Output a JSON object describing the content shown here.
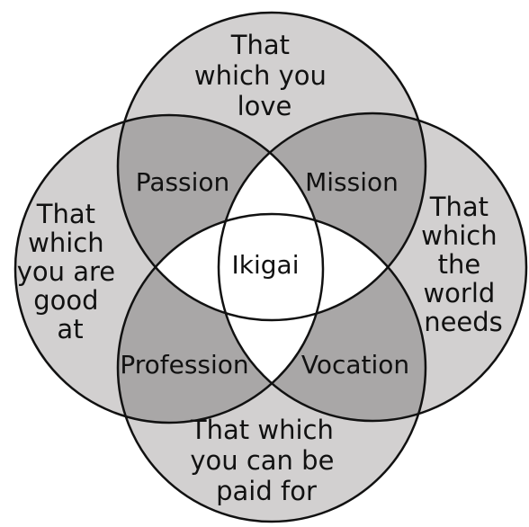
{
  "colors": {
    "background": "#ffffff",
    "single_overlap": "#d2d0d0",
    "double_overlap": "#a9a7a7",
    "triple_overlap": "#ffffff",
    "center_overlap": "#ffffff",
    "stroke": "#111111",
    "text": "#111111"
  },
  "diagram": {
    "circles": [
      {
        "name": "love"
      },
      {
        "name": "good-at"
      },
      {
        "name": "world-needs"
      },
      {
        "name": "paid-for"
      }
    ],
    "outer_labels": {
      "love": [
        "That",
        "which you",
        "love"
      ],
      "good_at": [
        "That",
        "which",
        "you are",
        "good",
        "at"
      ],
      "world_needs": [
        "That",
        "which",
        "the",
        "world",
        "needs"
      ],
      "paid_for": [
        "That which",
        "you can be",
        "paid for"
      ]
    },
    "overlap_labels": {
      "passion": "Passion",
      "mission": "Mission",
      "profession": "Profession",
      "vocation": "Vocation"
    },
    "center_label": "Ikigai"
  }
}
